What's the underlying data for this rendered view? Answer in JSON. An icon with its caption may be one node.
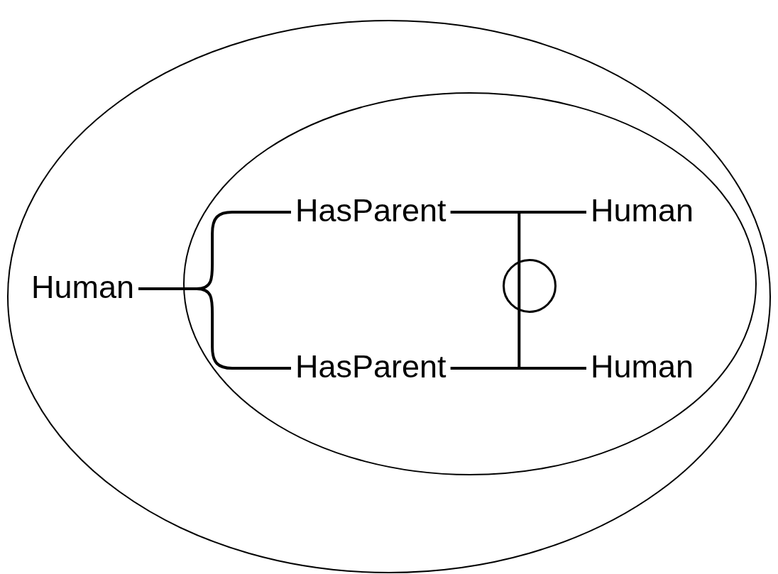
{
  "diagram": {
    "nodes": [
      {
        "text": [],
        "shape": "ellipse"
      },
      {
        "text": [],
        "shape": "ellipse",
        "in": 0
      },
      {
        "text": [
          "Human"
        ],
        "in": 0
      },
      {
        "text": [
          "HasParent"
        ],
        "in": 1
      },
      {
        "text": [
          "HasParent"
        ],
        "in": 1
      },
      {
        "text": [
          "Human"
        ],
        "in": 1
      },
      {
        "text": [
          "Human"
        ],
        "in": 1
      },
      {
        "text": [],
        "shape": "circle",
        "in": 1
      }
    ],
    "edges": [
      {
        "from": 2,
        "to": 3,
        "arrow": "none"
      },
      {
        "from": 2,
        "to": 4,
        "arrow": "none"
      },
      {
        "from": 3,
        "to": 5,
        "arrow": "none"
      },
      {
        "from": 4,
        "to": 6,
        "arrow": "none"
      }
    ]
  }
}
